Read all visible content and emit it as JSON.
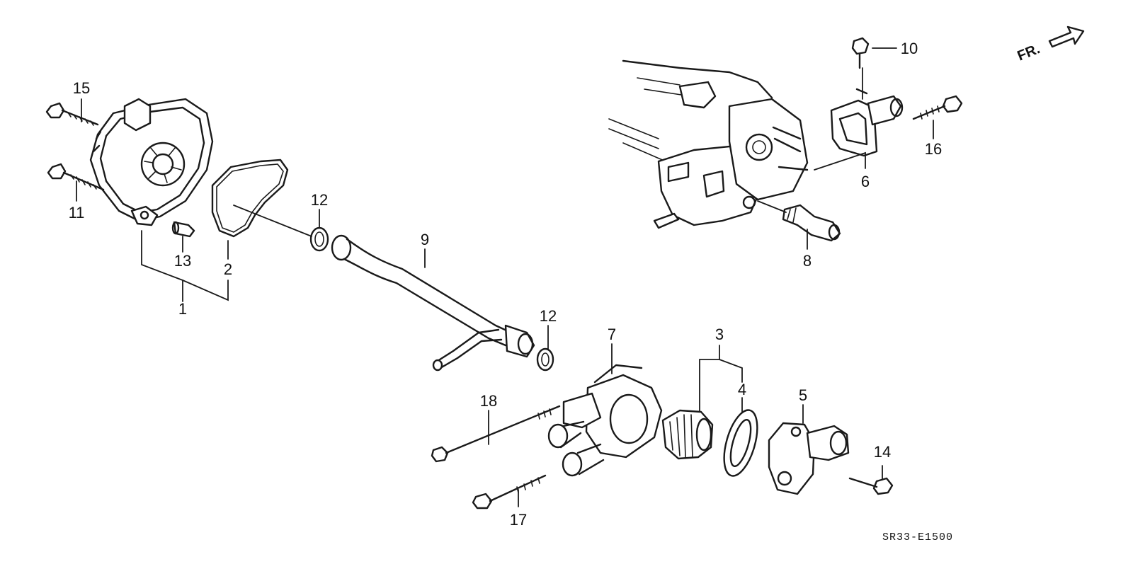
{
  "callouts": {
    "c1": "1",
    "c2": "2",
    "c3": "3",
    "c4": "4",
    "c5": "5",
    "c6": "6",
    "c7": "7",
    "c8": "8",
    "c9": "9",
    "c10": "10",
    "c11": "11",
    "c12a": "12",
    "c12b": "12",
    "c13": "13",
    "c14": "14",
    "c15": "15",
    "c16": "16",
    "c17": "17",
    "c18": "18"
  },
  "direction_label": "FR.",
  "diagram_code": "SR33-E1500"
}
